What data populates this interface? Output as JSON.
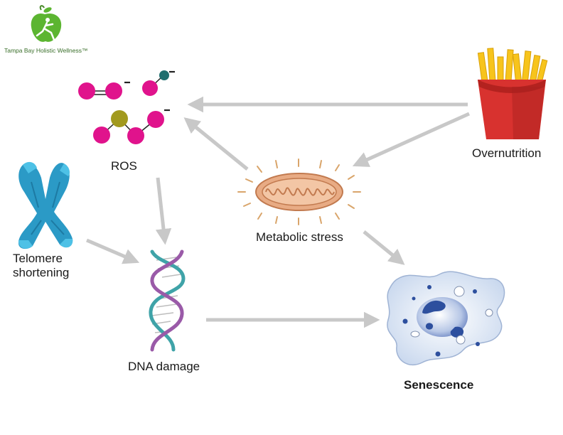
{
  "brand": {
    "name": "Tampa Bay Holistic Wellness™",
    "logo_icon": "apple-runner-icon",
    "color": "#5cb531"
  },
  "nodes": {
    "ros": {
      "label": "ROS",
      "icon": "free-radical-molecules-icon"
    },
    "overnutrition": {
      "label": "Overnutrition",
      "icon": "french-fries-icon"
    },
    "telomere": {
      "label_line1": "Telomere",
      "label_line2": "shortening",
      "icon": "chromosome-icon"
    },
    "metabolic": {
      "label": "Metabolic stress",
      "icon": "mitochondrion-icon"
    },
    "dna": {
      "label": "DNA damage",
      "icon": "dna-double-helix-icon"
    },
    "senescence": {
      "label": "Senescence",
      "icon": "senescent-cell-icon"
    }
  },
  "colors": {
    "arrow": "#c8c8c8",
    "radical": "#e0138c",
    "radical_small": "#1f6e6e",
    "radical_center": "#a29a1e",
    "chromosome": "#2b9ac6",
    "mitochondrion": "#e8ab84",
    "fries_box": "#d8322f",
    "fries": "#f7c41c",
    "dna_strand_a": "#3fa3a8",
    "dna_strand_b": "#9a5aa8",
    "cell": "#e4ecf7",
    "nucleus": "#2d4f9e"
  }
}
